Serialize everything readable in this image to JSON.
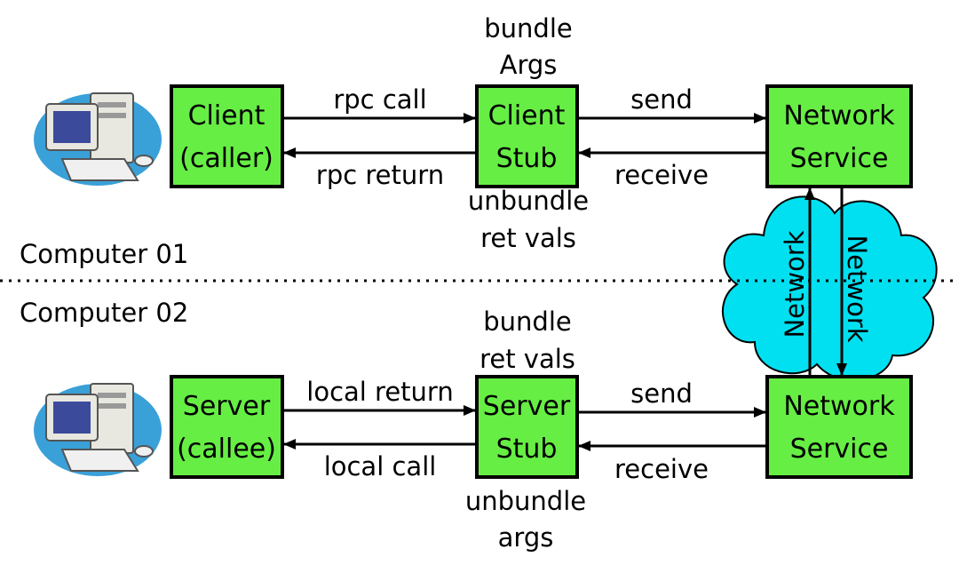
{
  "colors": {
    "box_fill": "#66ee44",
    "box_stroke": "#000000",
    "cloud_fill": "#00e0f0",
    "arrow": "#000000",
    "monitor_body": "#e8e8e0",
    "monitor_screen": "#3c4a9c",
    "accent_blue": "#3aa0d8"
  },
  "computers": {
    "top": "Computer 01",
    "bottom": "Computer 02"
  },
  "icons": {
    "top_computer": "desktop-computer-icon",
    "bottom_computer": "desktop-computer-icon",
    "network_cloud": "cloud-icon"
  },
  "boxes": {
    "client": {
      "line1": "Client",
      "line2": "(caller)"
    },
    "client_stub": {
      "line1": "Client",
      "line2": "Stub"
    },
    "network_service_top": {
      "line1": "Network",
      "line2": "Service"
    },
    "server": {
      "line1": "Server",
      "line2": "(callee)"
    },
    "server_stub": {
      "line1": "Server",
      "line2": "Stub"
    },
    "network_service_bottom": {
      "line1": "Network",
      "line2": "Service"
    }
  },
  "labels": {
    "bundle_args": {
      "line1": "bundle",
      "line2": "Args"
    },
    "unbundle_ret_vals": {
      "line1": "unbundle",
      "line2": "ret vals"
    },
    "bundle_ret_vals": {
      "line1": "bundle",
      "line2": "ret vals"
    },
    "unbundle_args": {
      "line1": "unbundle",
      "line2": "args"
    },
    "rpc_call": "rpc call",
    "rpc_return": "rpc return",
    "send_top": "send",
    "receive_top": "receive",
    "local_return": "local return",
    "local_call": "local call",
    "send_bottom": "send",
    "receive_bottom": "receive",
    "network_left": "Network",
    "network_right": "Network"
  }
}
